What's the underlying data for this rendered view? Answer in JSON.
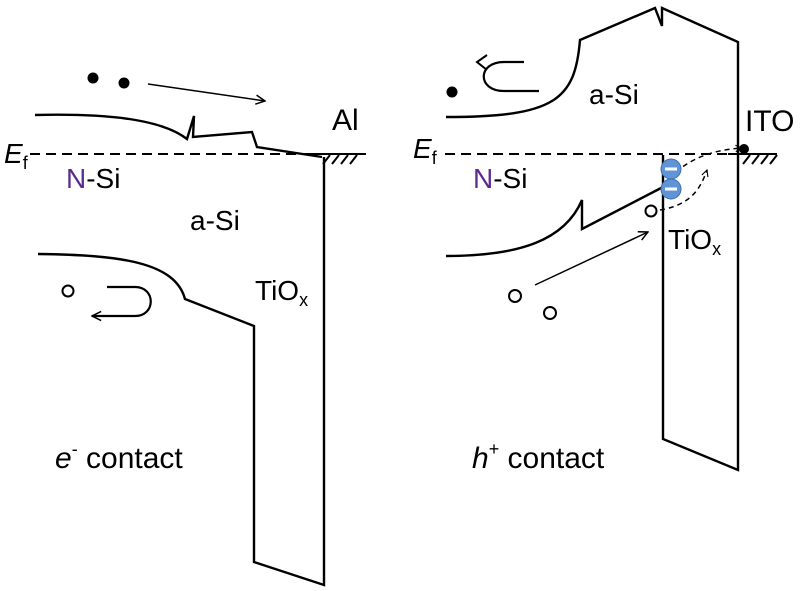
{
  "left_panel": {
    "fermi_label": "E",
    "fermi_sub": "f",
    "substrate_prefix": "N",
    "substrate_suffix": "-Si",
    "middle_layer": "a-Si",
    "oxide_base": "TiO",
    "oxide_sub": "x",
    "metal": "Al",
    "carrier_symbol": "e",
    "carrier_sup": "-",
    "contact_word": " contact"
  },
  "right_panel": {
    "fermi_label": "E",
    "fermi_sub": "f",
    "substrate_prefix": "N",
    "substrate_suffix": "-Si",
    "middle_layer": "a-Si",
    "oxide_base": "TiO",
    "oxide_sub": "x",
    "metal": "ITO",
    "carrier_symbol": "h",
    "carrier_sup": "+",
    "contact_word": " contact"
  },
  "colors": {
    "n_letter": "#5b2d90",
    "electron_contact": "#e31b1b",
    "hole_contact": "#2222ee",
    "interface_charge": "#5f94d6",
    "line": "#000000"
  }
}
